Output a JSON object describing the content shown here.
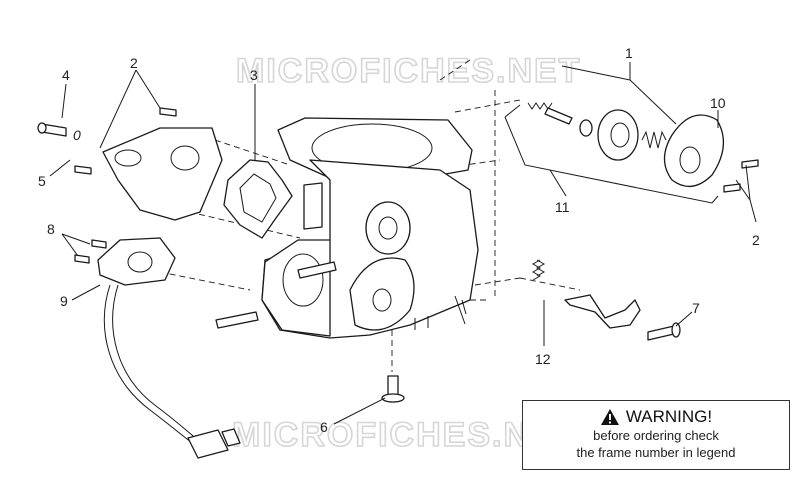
{
  "watermark": [
    "MICROFICHES.NET",
    "MICROFICHES.NET"
  ],
  "callouts": {
    "c1": "1",
    "c2a": "2",
    "c2b": "2",
    "c3": "3",
    "c4": "4",
    "c5": "5",
    "c5b": "0",
    "c6": "6",
    "c7": "7",
    "c8": "8",
    "c9": "9",
    "c10": "10",
    "c11": "11",
    "c12": "12"
  },
  "warning": {
    "title": "WARNING!",
    "line1": "before ordering check",
    "line2": "the frame number in legend",
    "icon": "warning-triangle-icon"
  },
  "colors": {
    "line": "#1a1a1a",
    "watermark": "#d6d6d6"
  }
}
